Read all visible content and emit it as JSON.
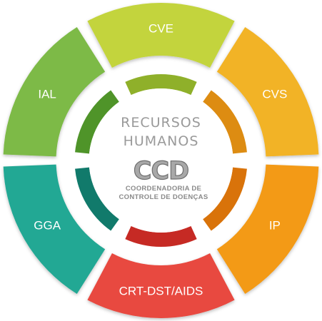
{
  "diagram": {
    "segments": [
      {
        "label": "CVE",
        "outer_color": "#c3d43d",
        "inner_color": "#8fb02a"
      },
      {
        "label": "CVS",
        "outer_color": "#f2b326",
        "inner_color": "#dd8c12"
      },
      {
        "label": "IP",
        "outer_color": "#f39a16",
        "inner_color": "#d9730a"
      },
      {
        "label": "CRT-DST/AIDS",
        "outer_color": "#e8493f",
        "inner_color": "#c62a24"
      },
      {
        "label": "GGA",
        "outer_color": "#22a894",
        "inner_color": "#117a6b"
      },
      {
        "label": "IAL",
        "outer_color": "#7dba46",
        "inner_color": "#4f9429"
      }
    ],
    "center": {
      "title_line1": "RECURSOS",
      "title_line2": "HUMANOS",
      "logo_letters": "CCD",
      "logo_sub_line1": "COORDENADORIA DE",
      "logo_sub_line2": "CONTROLE DE DOENÇAS"
    }
  }
}
